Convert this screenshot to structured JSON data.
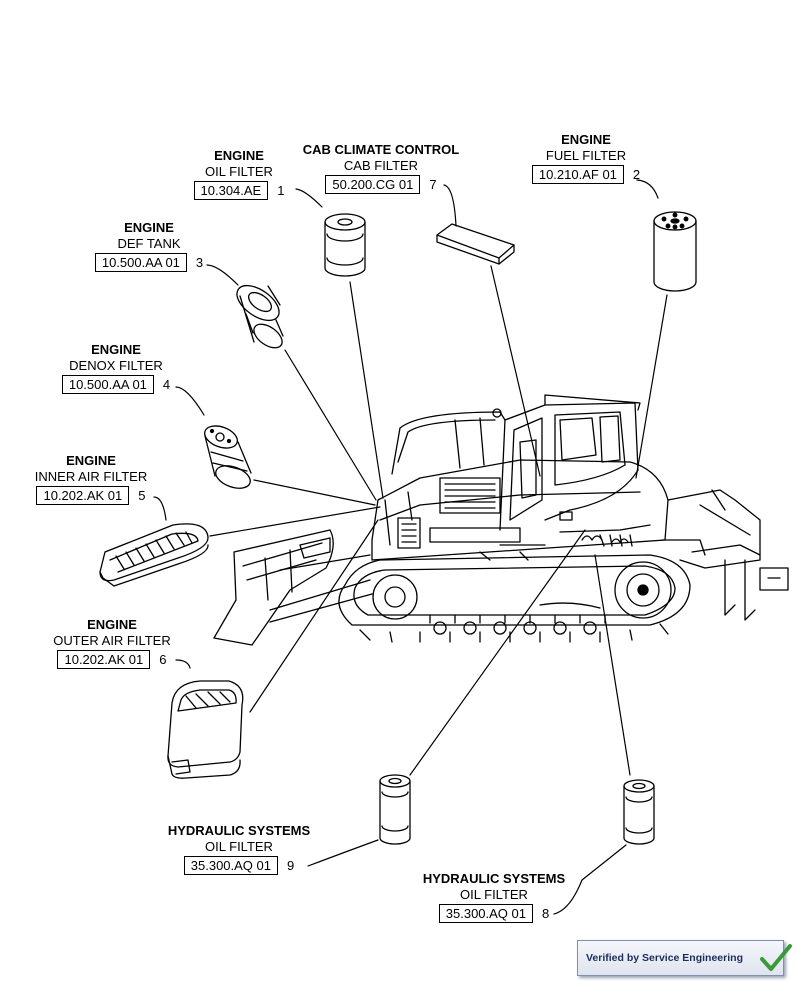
{
  "callouts": [
    {
      "id": 1,
      "system": "ENGINE",
      "part": "OIL FILTER",
      "code": "10.304.AE",
      "num": "1"
    },
    {
      "id": 2,
      "system": "ENGINE",
      "part": "FUEL FILTER",
      "code": "10.210.AF 01",
      "num": "2"
    },
    {
      "id": 3,
      "system": "ENGINE",
      "part": "DEF TANK",
      "code": "10.500.AA 01",
      "num": "3"
    },
    {
      "id": 4,
      "system": "ENGINE",
      "part": "DENOX FILTER",
      "code": "10.500.AA 01",
      "num": "4"
    },
    {
      "id": 5,
      "system": "ENGINE",
      "part": "INNER AIR FILTER",
      "code": "10.202.AK 01",
      "num": "5"
    },
    {
      "id": 6,
      "system": "ENGINE",
      "part": "OUTER AIR FILTER",
      "code": "10.202.AK 01",
      "num": "6"
    },
    {
      "id": 7,
      "system": "CAB CLIMATE CONTROL",
      "part": "CAB FILTER",
      "code": "50.200.CG 01",
      "num": "7"
    },
    {
      "id": 8,
      "system": "HYDRAULIC SYSTEMS",
      "part": "OIL FILTER",
      "code": "35.300.AQ 01",
      "num": "8"
    },
    {
      "id": 9,
      "system": "HYDRAULIC SYSTEMS",
      "part": "OIL FILTER",
      "code": "35.300.AQ 01",
      "num": "9"
    }
  ],
  "badge": {
    "text": "Verified by Service Engineering",
    "check_color": "#3a9a3a"
  }
}
